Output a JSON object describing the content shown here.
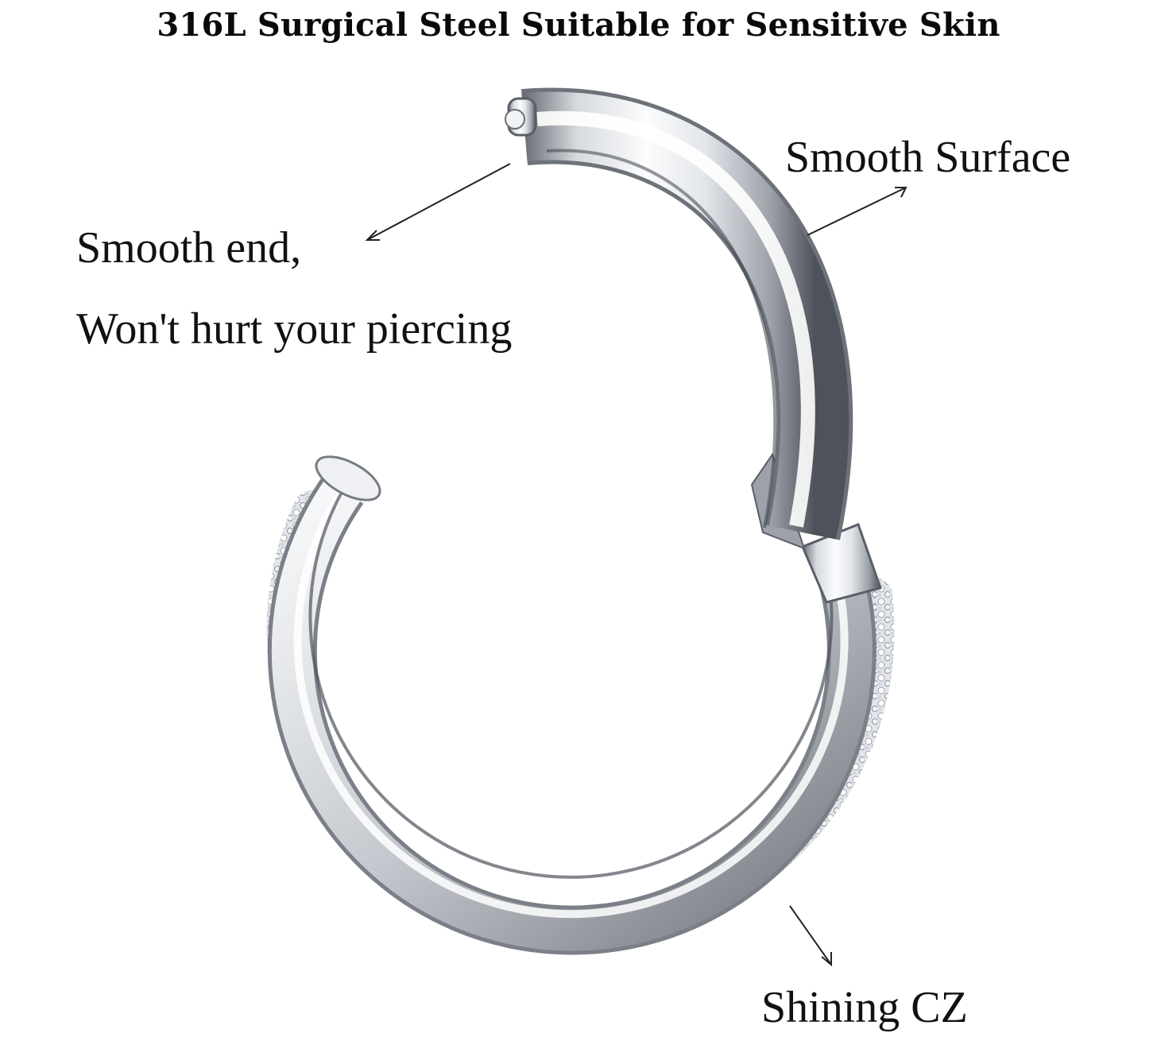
{
  "headline": "316L Surgical Steel Suitable for Sensitive Skin",
  "callouts": {
    "smooth_surface": "Smooth Surface",
    "smooth_end_line1": "Smooth end,",
    "smooth_end_line2": "Won't hurt your piercing",
    "shining_cz": "Shining CZ"
  },
  "colors": {
    "background": "#ffffff",
    "text": "#111111",
    "steel_light": "#f4f5f7",
    "steel_mid": "#b9bdc4",
    "steel_dark": "#5c6068",
    "cz_stone": "#d9dce2"
  },
  "icons": [
    "hinged-segment-ring",
    "callout-arrow"
  ]
}
